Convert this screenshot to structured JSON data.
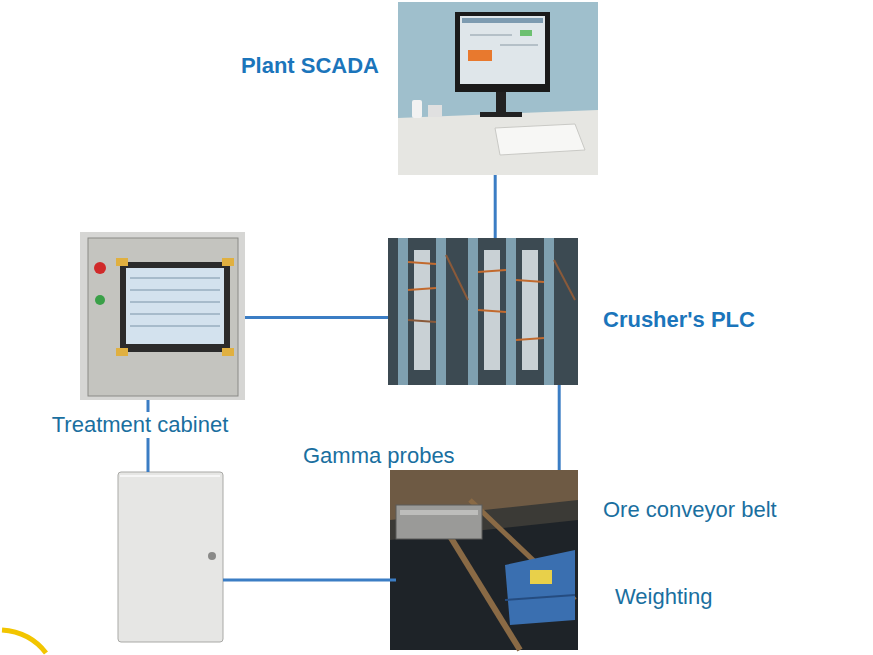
{
  "diagram": {
    "nodes": [
      {
        "text": [
          "Plant SCADA"
        ]
      },
      {
        "text": [
          "Treatment cabinet"
        ]
      },
      {
        "text": [
          "Crusher's PLC"
        ]
      },
      {
        "text": [
          "Gamma probes",
          "Ore conveyor belt",
          "Weighting"
        ]
      }
    ],
    "edges": [
      {
        "from": 0,
        "to": 2,
        "arrow": "none"
      },
      {
        "from": 1,
        "to": 2,
        "arrow": "none"
      },
      {
        "from": 2,
        "to": 3,
        "arrow": "none"
      }
    ]
  }
}
